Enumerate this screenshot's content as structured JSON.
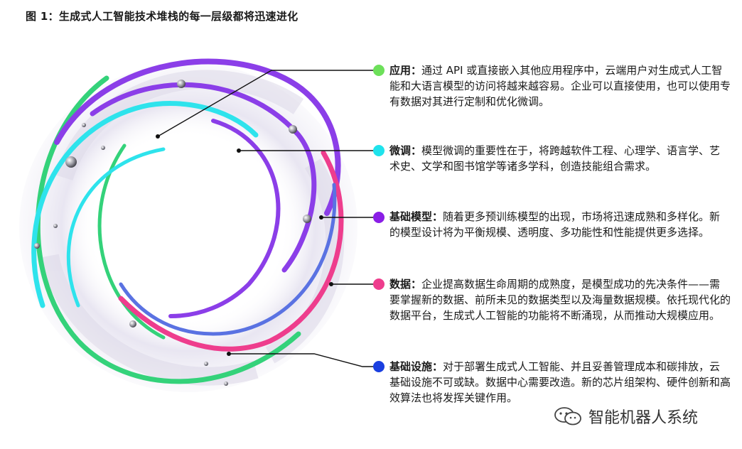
{
  "title": "图 1：生成式人工智能技术堆栈的每一层级都将迅速进化",
  "layers": [
    {
      "label": "应用",
      "text": "通过 API 或直接嵌入其他应用程序中，云端用户对生成式人工智能和大语言模型的访问将越来越容易。企业可以直接使用，也可以使用专有数据对其进行定制和优化微调。",
      "color": "#6de05a"
    },
    {
      "label": "微调",
      "text": "模型微调的重要性在于，将跨越软件工程、心理学、语言学、艺术史、文学和图书馆学等诸多学科，创造技能组合需求。",
      "color": "#1fe3ec"
    },
    {
      "label": "基础模型",
      "text": "随着更多预训练模型的出现，市场将迅速成熟和多样化。新的模型设计将为平衡规模、透明度、多功能性和性能提供更多选择。",
      "color": "#8a1ee6"
    },
    {
      "label": "数据",
      "text": "企业提高数据生命周期的成熟度，是模型成功的先决条件——需要掌握新的数据、前所未见的数据类型以及海量数据规模。依托现代化的数据平台，生成式人工智能的功能将不断涌现，从而推动大规模应用。",
      "color": "#ee3d8d"
    },
    {
      "label": "基础设施",
      "text": "对于部署生成式人工智能、并且妥善管理成本和碳排放，云基础设施不可或缺。数据中心需要改造。新的芯片组架构、硬件创新和高效算法也将发挥关键作用。",
      "color": "#1a3fe0"
    }
  ],
  "watermark": "智能机器人系统"
}
